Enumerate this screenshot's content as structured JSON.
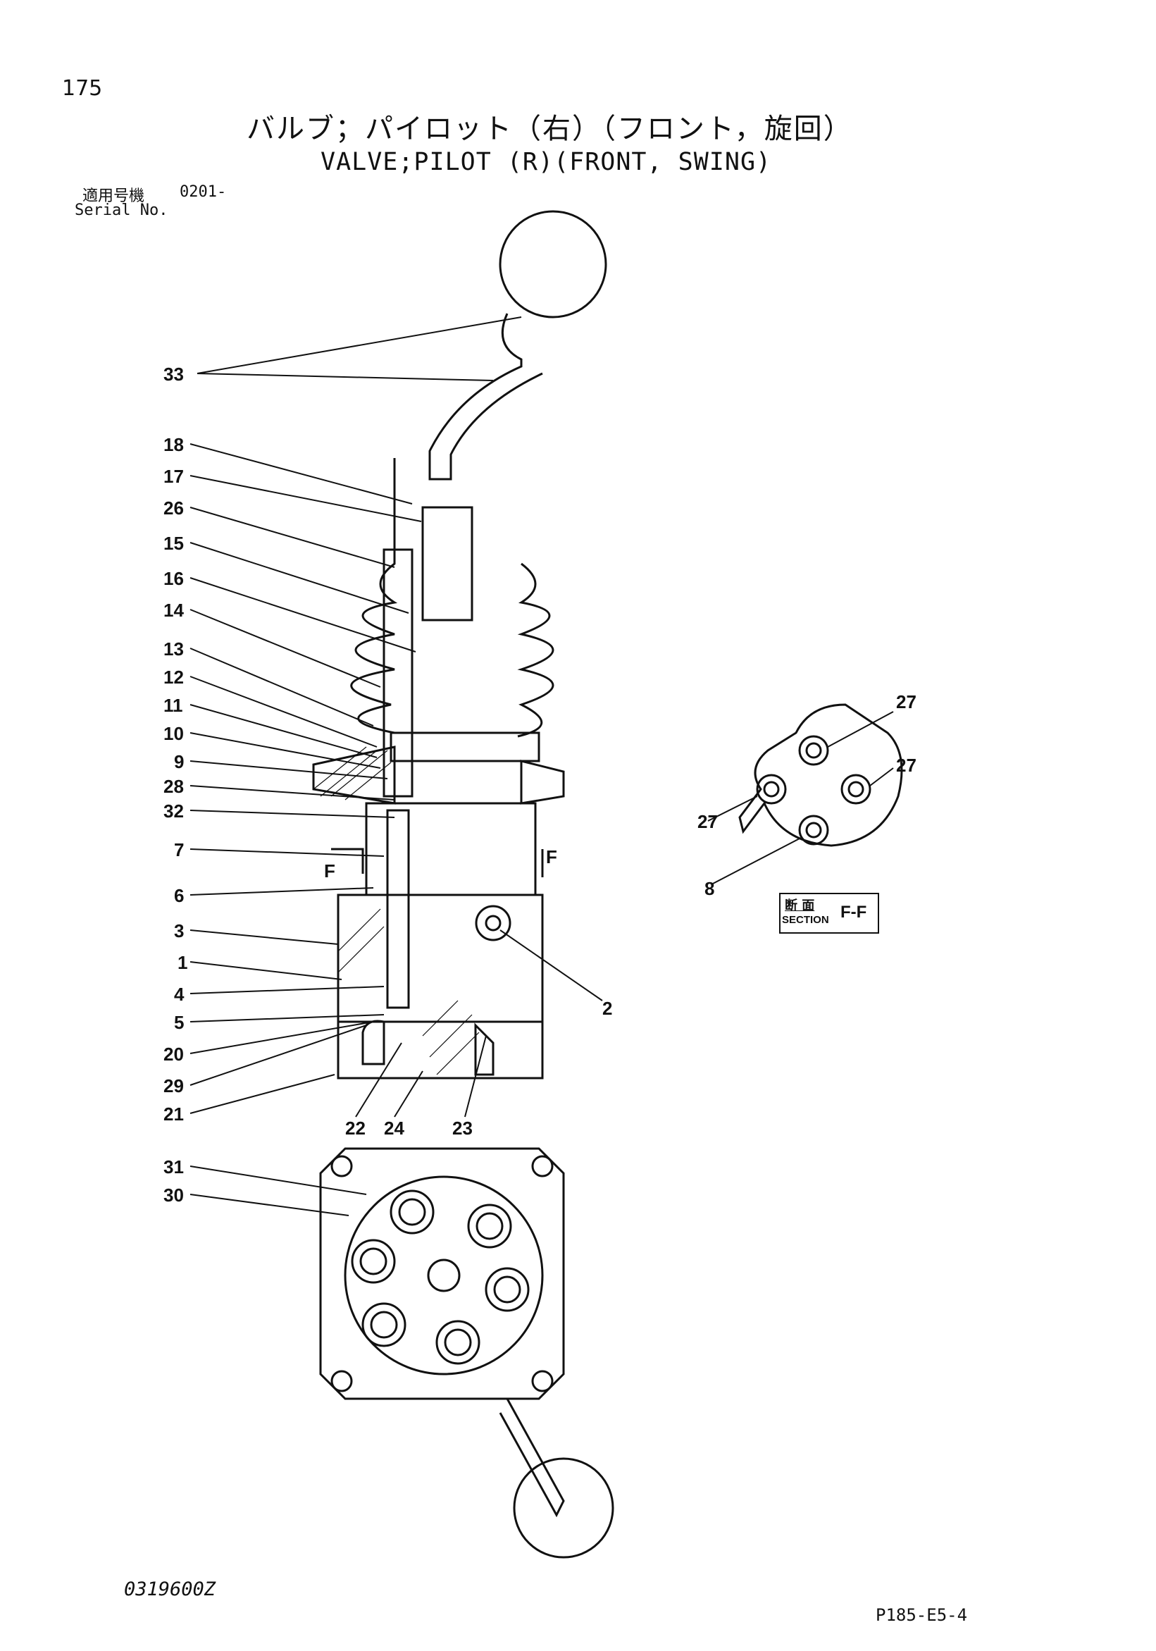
{
  "page_number": "175",
  "title_jp": "バルブ；パイロット（右）（フロント，旋回）",
  "title_en": "VALVE;PILOT (R)(FRONT, SWING)",
  "serial": {
    "label_jp": "適用号機",
    "value": "0201-",
    "label_en": "Serial No."
  },
  "section": {
    "jp": "断 面",
    "en": "SECTION",
    "label": "F-F"
  },
  "callouts": [
    "33",
    "18",
    "17",
    "26",
    "15",
    "16",
    "14",
    "13",
    "12",
    "11",
    "10",
    "9",
    "28",
    "32",
    "7",
    "6",
    "3",
    "1",
    "4",
    "5",
    "20",
    "29",
    "21",
    "22",
    "24",
    "23",
    "2",
    "31",
    "30",
    "27",
    "27",
    "27",
    "8"
  ],
  "section_marks": [
    "F",
    "F"
  ],
  "doc_code": "0319600Z",
  "plate_code": "P185-E5-4"
}
